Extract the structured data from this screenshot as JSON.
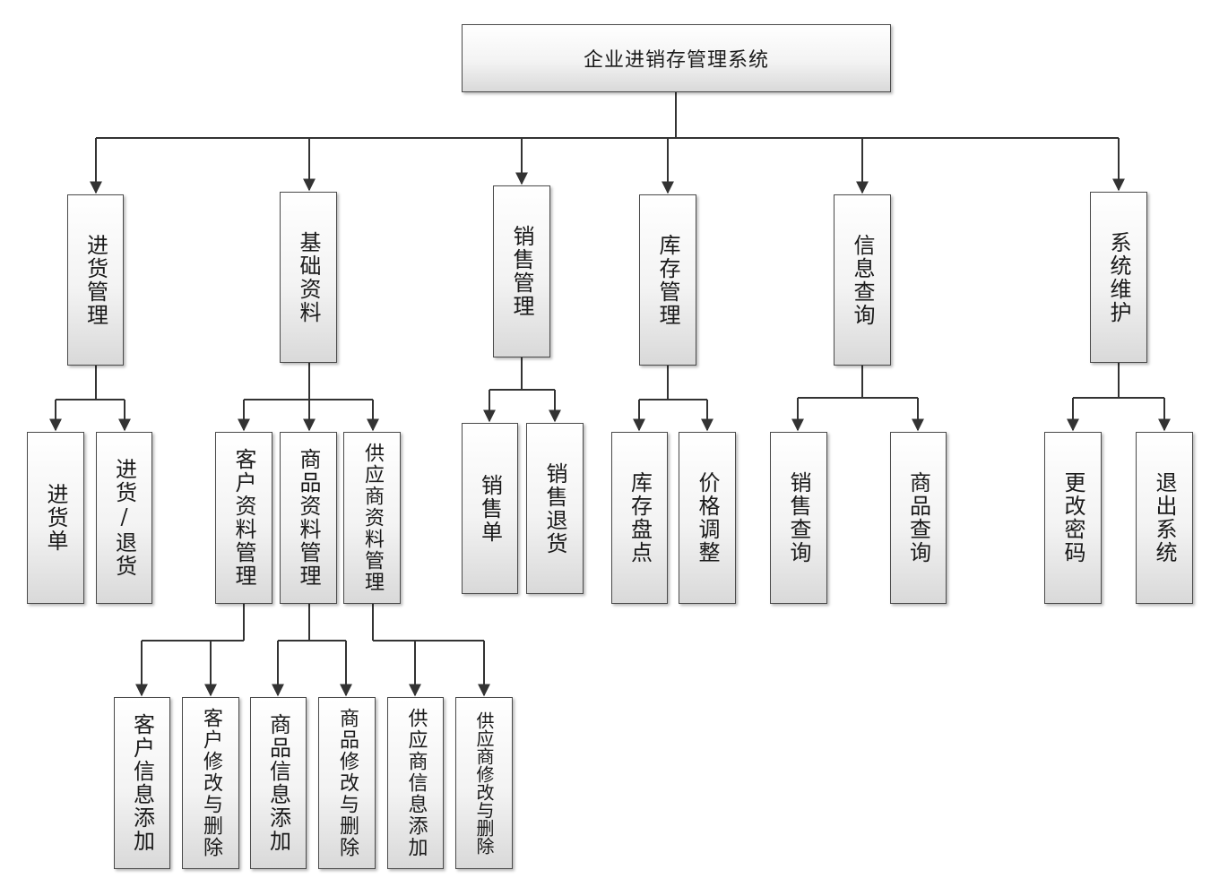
{
  "root": "企业进销存管理系统",
  "modules": [
    {
      "label": "进货管理",
      "children": [
        "进货单",
        "进货/退货"
      ]
    },
    {
      "label": "基础资料",
      "children": [
        {
          "label": "客户资料管理",
          "children": [
            "客户信息添加",
            "客户修改与删除"
          ]
        },
        {
          "label": "商品资料管理",
          "children": [
            "商品信息添加",
            "商品修改与删除"
          ]
        },
        {
          "label": "供应商资料管理",
          "children": [
            "供应商信息添加",
            "供应商修改与删除"
          ]
        }
      ]
    },
    {
      "label": "销售管理",
      "children": [
        "销售单",
        "销售退货"
      ]
    },
    {
      "label": "库存管理",
      "children": [
        "库存盘点",
        "价格调整"
      ]
    },
    {
      "label": "信息查询",
      "children": [
        "销售查询",
        "商品查询"
      ]
    },
    {
      "label": "系统维护",
      "children": [
        "更改密码",
        "退出系统"
      ]
    }
  ]
}
